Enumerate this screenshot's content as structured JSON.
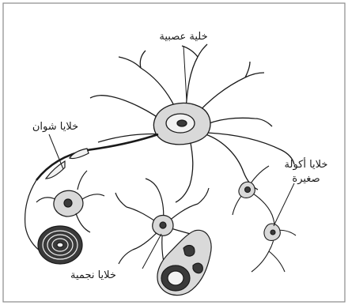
{
  "labels": {
    "neuron": "خلية عصبية",
    "schwann": "خلايا شوان",
    "microglia_line1": "خلايا أكولة",
    "microglia_line2": "صغيرة",
    "astrocyte": "خلايا نجمية"
  },
  "colors": {
    "ink": "#1a1a1a",
    "cell_fill": "#d9d9d9",
    "dark_fill": "#3a3a3a",
    "frame": "#8a8a8a"
  }
}
